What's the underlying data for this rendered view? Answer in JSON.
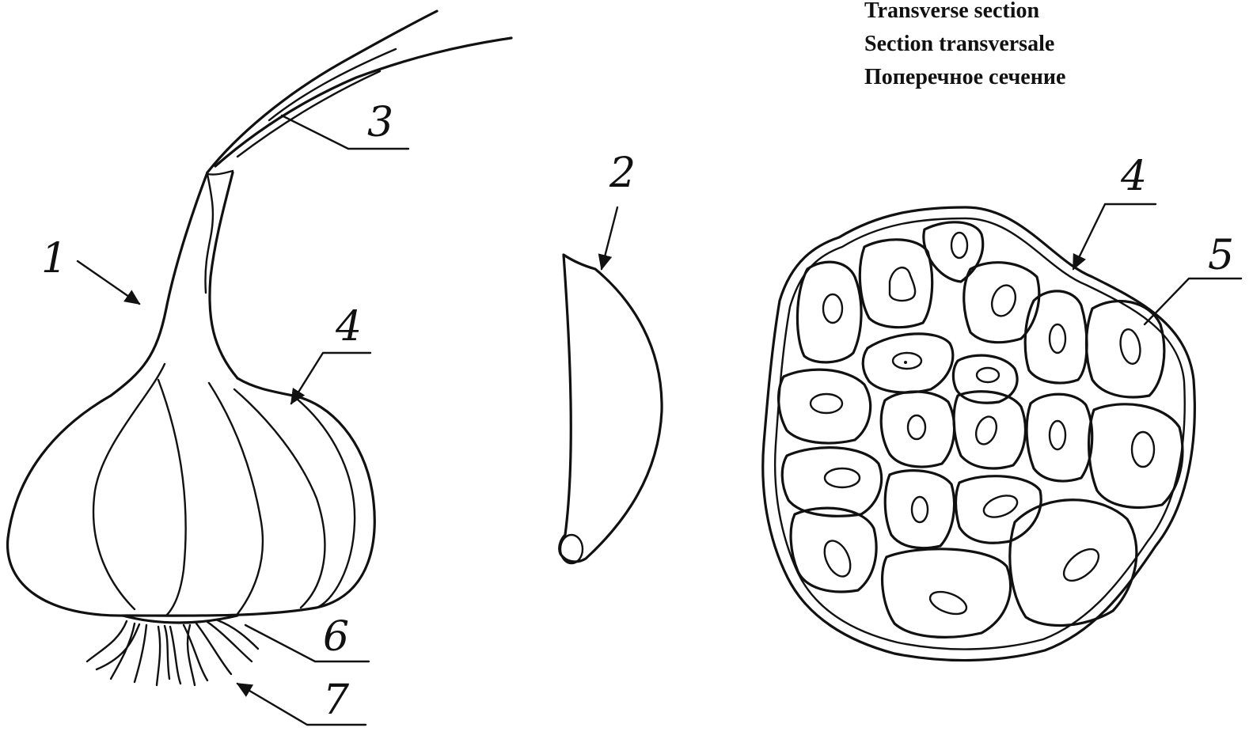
{
  "title_lines": [
    "Transverse section",
    "Section transversale",
    "Поперечное сечение"
  ],
  "labels": {
    "bulb": "1",
    "clove": "2",
    "stem": "3",
    "scale_bulb": "4",
    "scale_section": "4",
    "clove_section": "5",
    "base": "6",
    "roots": "7"
  }
}
